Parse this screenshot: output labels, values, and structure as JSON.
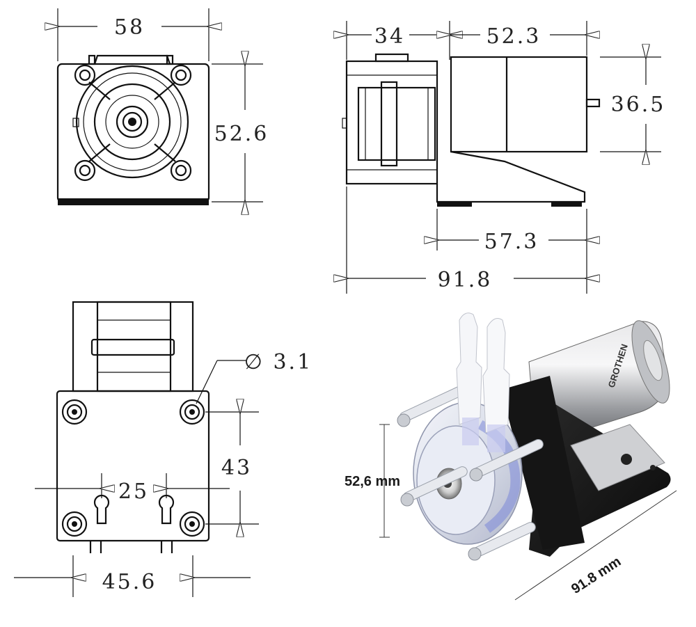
{
  "views": {
    "front": {
      "width_label": "58",
      "height_label": "52.6"
    },
    "side": {
      "pump_head_label": "34",
      "motor_length_label": "52.3",
      "motor_diameter_label": "36.5",
      "bracket_label": "57.3",
      "total_length_label": "91.8"
    },
    "bottom": {
      "hole_diameter_label": "∅ 3.1",
      "vertical_spacing_label": "43",
      "slot_spacing_label": "25",
      "base_width_label": "45.6"
    },
    "photo": {
      "height_label": "52,6 mm",
      "length_label": "91.8 mm",
      "motor_brand_text": "GROTHEN"
    }
  }
}
